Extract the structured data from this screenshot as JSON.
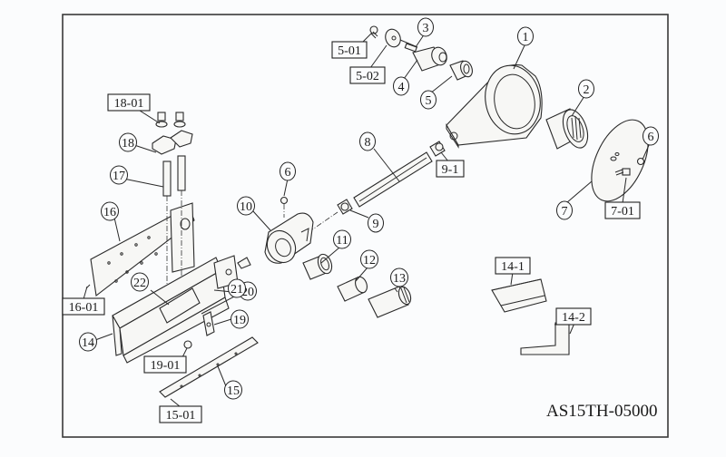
{
  "drawing": {
    "code": "AS15TH-05000"
  },
  "callouts": {
    "circled": [
      {
        "id": "1",
        "text": "1"
      },
      {
        "id": "2",
        "text": "2"
      },
      {
        "id": "3",
        "text": "3"
      },
      {
        "id": "4",
        "text": "4"
      },
      {
        "id": "5",
        "text": "5"
      },
      {
        "id": "6a",
        "text": "6"
      },
      {
        "id": "6b",
        "text": "6"
      },
      {
        "id": "7",
        "text": "7"
      },
      {
        "id": "8",
        "text": "8"
      },
      {
        "id": "9",
        "text": "9"
      },
      {
        "id": "10",
        "text": "10"
      },
      {
        "id": "11",
        "text": "11"
      },
      {
        "id": "12",
        "text": "12"
      },
      {
        "id": "13",
        "text": "13"
      },
      {
        "id": "14",
        "text": "14"
      },
      {
        "id": "15",
        "text": "15"
      },
      {
        "id": "16",
        "text": "16"
      },
      {
        "id": "17",
        "text": "17"
      },
      {
        "id": "18",
        "text": "18"
      },
      {
        "id": "19",
        "text": "19"
      },
      {
        "id": "20",
        "text": "20"
      },
      {
        "id": "21",
        "text": "21"
      },
      {
        "id": "22",
        "text": "22"
      }
    ],
    "boxed": [
      {
        "id": "5-01",
        "text": "5-01"
      },
      {
        "id": "5-02",
        "text": "5-02"
      },
      {
        "id": "7-01",
        "text": "7-01"
      },
      {
        "id": "9-1",
        "text": "9-1"
      },
      {
        "id": "14-1",
        "text": "14-1"
      },
      {
        "id": "14-2",
        "text": "14-2"
      },
      {
        "id": "15-01",
        "text": "15-01"
      },
      {
        "id": "16-01",
        "text": "16-01"
      },
      {
        "id": "18-01",
        "text": "18-01"
      },
      {
        "id": "19-01",
        "text": "19-01"
      }
    ]
  }
}
